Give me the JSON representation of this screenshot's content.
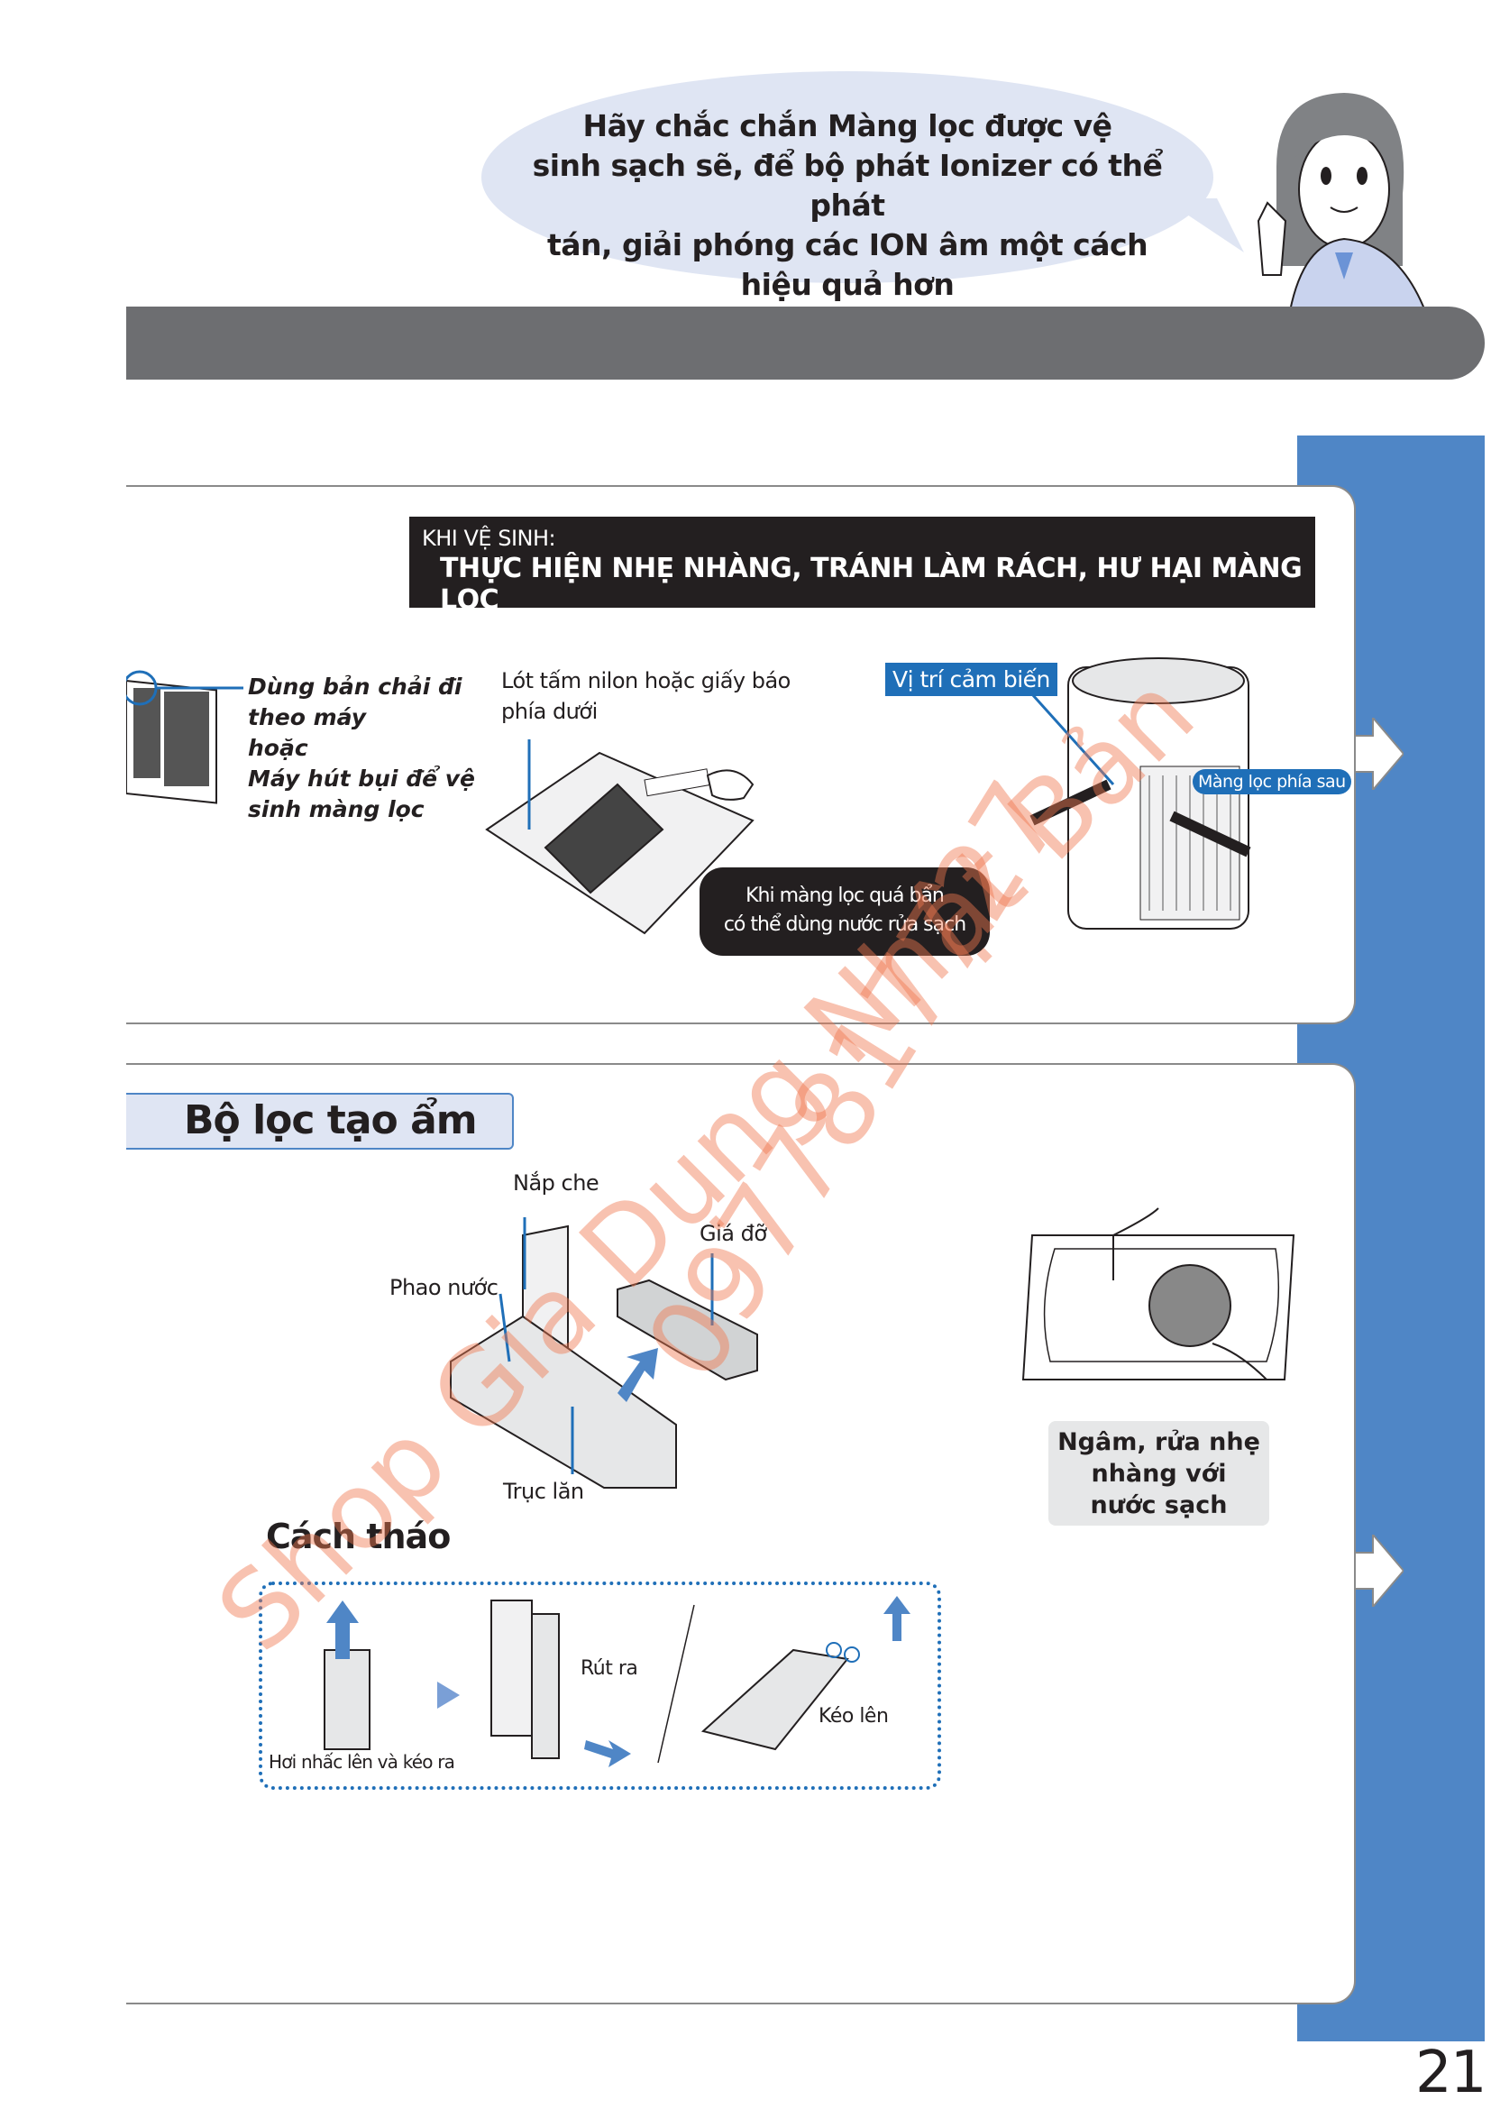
{
  "speech_bubble": "Hãy chắc chắn Màng lọc được vệ sinh sạch sẽ, để bộ phát Ionizer có thể phát tán, giải phóng các ION âm một cách hiệu quả hơn",
  "speech_lines": [
    "Hãy chắc chắn Màng lọc được vệ",
    "sinh sạch sẽ, để bộ phát Ionizer có thể phát",
    "tán, giải phóng các ION âm một cách",
    "hiệu quả hơn"
  ],
  "filter_section": {
    "banner_line1": "KHI VỆ SINH:",
    "banner_line2": "THỰC HIỆN NHẸ NHÀNG, TRÁNH LÀM RÁCH, HƯ HẠI MÀNG LỌC",
    "brush_note": [
      "Dùng bản chải đi",
      "theo máy",
      "hoặc",
      "Máy hút bụi để vệ",
      "sinh màng lọc"
    ],
    "sheet_note": [
      "Lót tấm nilon hoặc giấy báo",
      "phía dưới"
    ],
    "sensor_label": "Vị trí cảm biến",
    "rear_filter_label": "Màng lọc phía sau",
    "wash_note": [
      "Khi màng lọc quá bẩn",
      "có thể dùng nước rửa sạch"
    ]
  },
  "humidifier_section": {
    "title": "Bộ lọc tạo ẩm",
    "labels": {
      "cover": "Nắp che",
      "holder": "Giá đỡ",
      "float": "Phao nước",
      "roller": "Trục lăn"
    },
    "removal_title": "Cách tháo",
    "steps": {
      "lift": "Hơi nhấc lên và kéo ra",
      "pull_out": "Rút ra",
      "pull_up": "Kéo lên"
    },
    "soak_note": [
      "Ngâm, rửa nhẹ",
      "nhàng với",
      "nước sạch"
    ]
  },
  "watermark": [
    "Shop Gia Dụng Nhật Bản",
    "0977817727"
  ],
  "page_number": "21",
  "colors": {
    "accent_blue": "#4f86c6",
    "label_blue": "#1f6fb8",
    "bar_gray": "#6d6e71",
    "bubble": "#dfe5f3"
  }
}
